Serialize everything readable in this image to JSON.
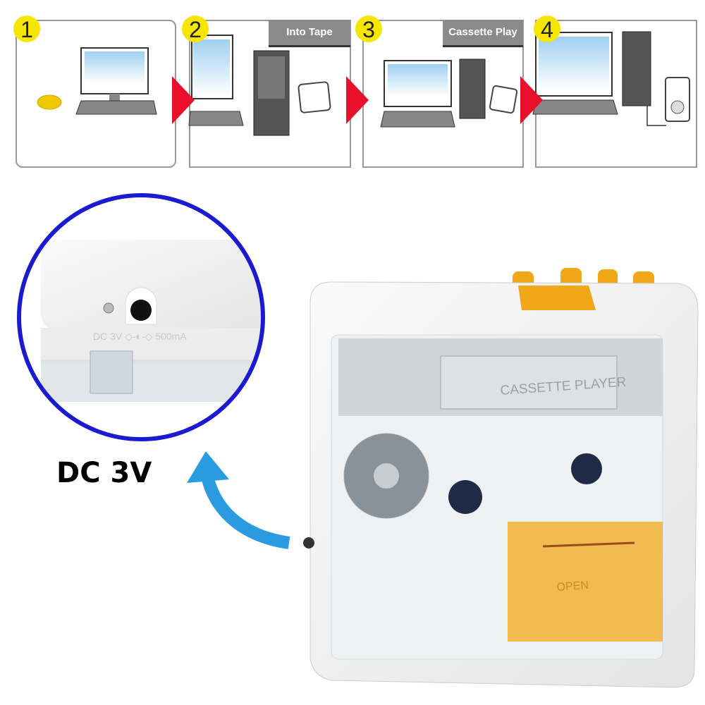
{
  "steps": [
    {
      "number": "1",
      "tag": ""
    },
    {
      "number": "2",
      "tag": "Into Tape"
    },
    {
      "number": "3",
      "tag": "Cassette Play"
    },
    {
      "number": "4",
      "tag": ""
    }
  ],
  "callout": {
    "label": "DC 3V",
    "port_marking": "DC 3V ◇-◐-◇ 500mA"
  },
  "device": {
    "window_label": "CASSETTE PLAYER",
    "door_label": "OPEN"
  },
  "colors": {
    "step_badge": "#f5e600",
    "step_arrow": "#e8102a",
    "callout_ring": "#1a1ad0",
    "pointer_arrow": "#2a9be0",
    "device_accent": "#f0a818"
  }
}
